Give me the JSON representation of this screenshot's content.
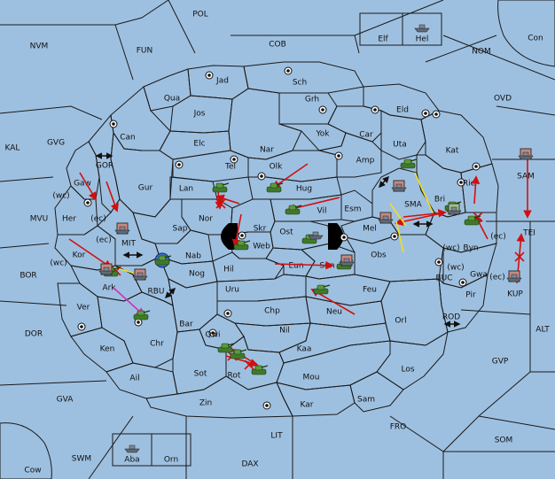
{
  "colors": {
    "sea": "#9ec0e0",
    "green": "#9fc28a",
    "red": "#c98980",
    "tan": "#dcb888",
    "grey": "#8a8a8a",
    "order_red": "#d01010",
    "order_yellow": "#f0e020",
    "order_magenta": "#d030c0"
  },
  "sea_labels": {
    "POL": "POL",
    "NVM": "NVM",
    "FUN": "FUN",
    "COB": "COB",
    "NOM": "NOM",
    "Con": "Con",
    "OVD": "OVD",
    "KAL": "KAL",
    "GVG": "GVG",
    "GOR": "GOR",
    "MVU": "MVU",
    "MIT": "MIT",
    "BOR": "BOR",
    "RBU": "RBU",
    "DOR": "DOR",
    "GVA": "GVA",
    "SWM": "SWM",
    "Cow": "Cow",
    "LIT": "LIT",
    "DAX": "DAX",
    "FRO": "FRO",
    "SOM": "SOM",
    "GVP": "GVP",
    "ALT": "ALT",
    "ROD": "ROD",
    "BUC": "BUC",
    "SMA": "SMA",
    "KUP": "KUP",
    "TEI": "TEI",
    "SAM": "SAM"
  },
  "land_labels": {
    "Jad": "Jad",
    "Sch": "Sch",
    "Qua": "Qua",
    "Jos": "Jos",
    "Grh": "Grh",
    "Eld": "Eld",
    "Can": "Can",
    "Elc": "Elc",
    "Nar": "Nar",
    "Yok": "Yok",
    "Car": "Car",
    "Uta": "Uta",
    "Kat": "Kat",
    "Gur": "Gur",
    "Tel": "Tel",
    "Olk": "Olk",
    "Amp": "Amp",
    "Lan": "Lan",
    "Hug": "Hug",
    "Bri": "Bri",
    "Rie": "Rie",
    "Gaw": "Gaw",
    "Her": "Her",
    "Nor": "Nor",
    "Vil": "Vil",
    "Esm": "Esm",
    "Sap": "Sap",
    "Skr": "Skr",
    "Ost": "Ost",
    "Mel": "Mel",
    "Web": "Web",
    "Byn": "Byn",
    "Kor": "Kor",
    "Nab": "Nab",
    "Hil": "Hil",
    "Eun": "Eun",
    "Sun": "Sun",
    "Obs": "Obs",
    "Gwa": "Gwa",
    "Ark": "Ark",
    "Nog": "Nog",
    "Pir": "Pir",
    "Uru": "Uru",
    "Feu": "Feu",
    "Ver": "Ver",
    "Chp": "Chp",
    "Neu": "Neu",
    "Orl": "Orl",
    "Bar": "Bar",
    "Qwi": "Qwi",
    "Nil": "Nil",
    "Ken": "Ken",
    "Chr": "Chr",
    "Kaa": "Kaa",
    "Ail": "Ail",
    "Sot": "Sot",
    "Rot": "Rot",
    "Mou": "Mou",
    "Los": "Los",
    "Zin": "Zin",
    "Kar": "Kar",
    "Sam": "Sam"
  },
  "coast_labels": {
    "wc_gaw": "(wc)",
    "ec_gaw": "(ec)",
    "ec_mit": "(ec)",
    "wc_kor": "(wc)",
    "wc_byn": "(wc)",
    "ec_byn": "(ec)",
    "wc_gwa": "(wc)",
    "ec_kup": "(ec)"
  },
  "home_boxes": {
    "elf": "Elf",
    "hel": "Hel",
    "aba": "Aba",
    "orn": "Orn"
  }
}
